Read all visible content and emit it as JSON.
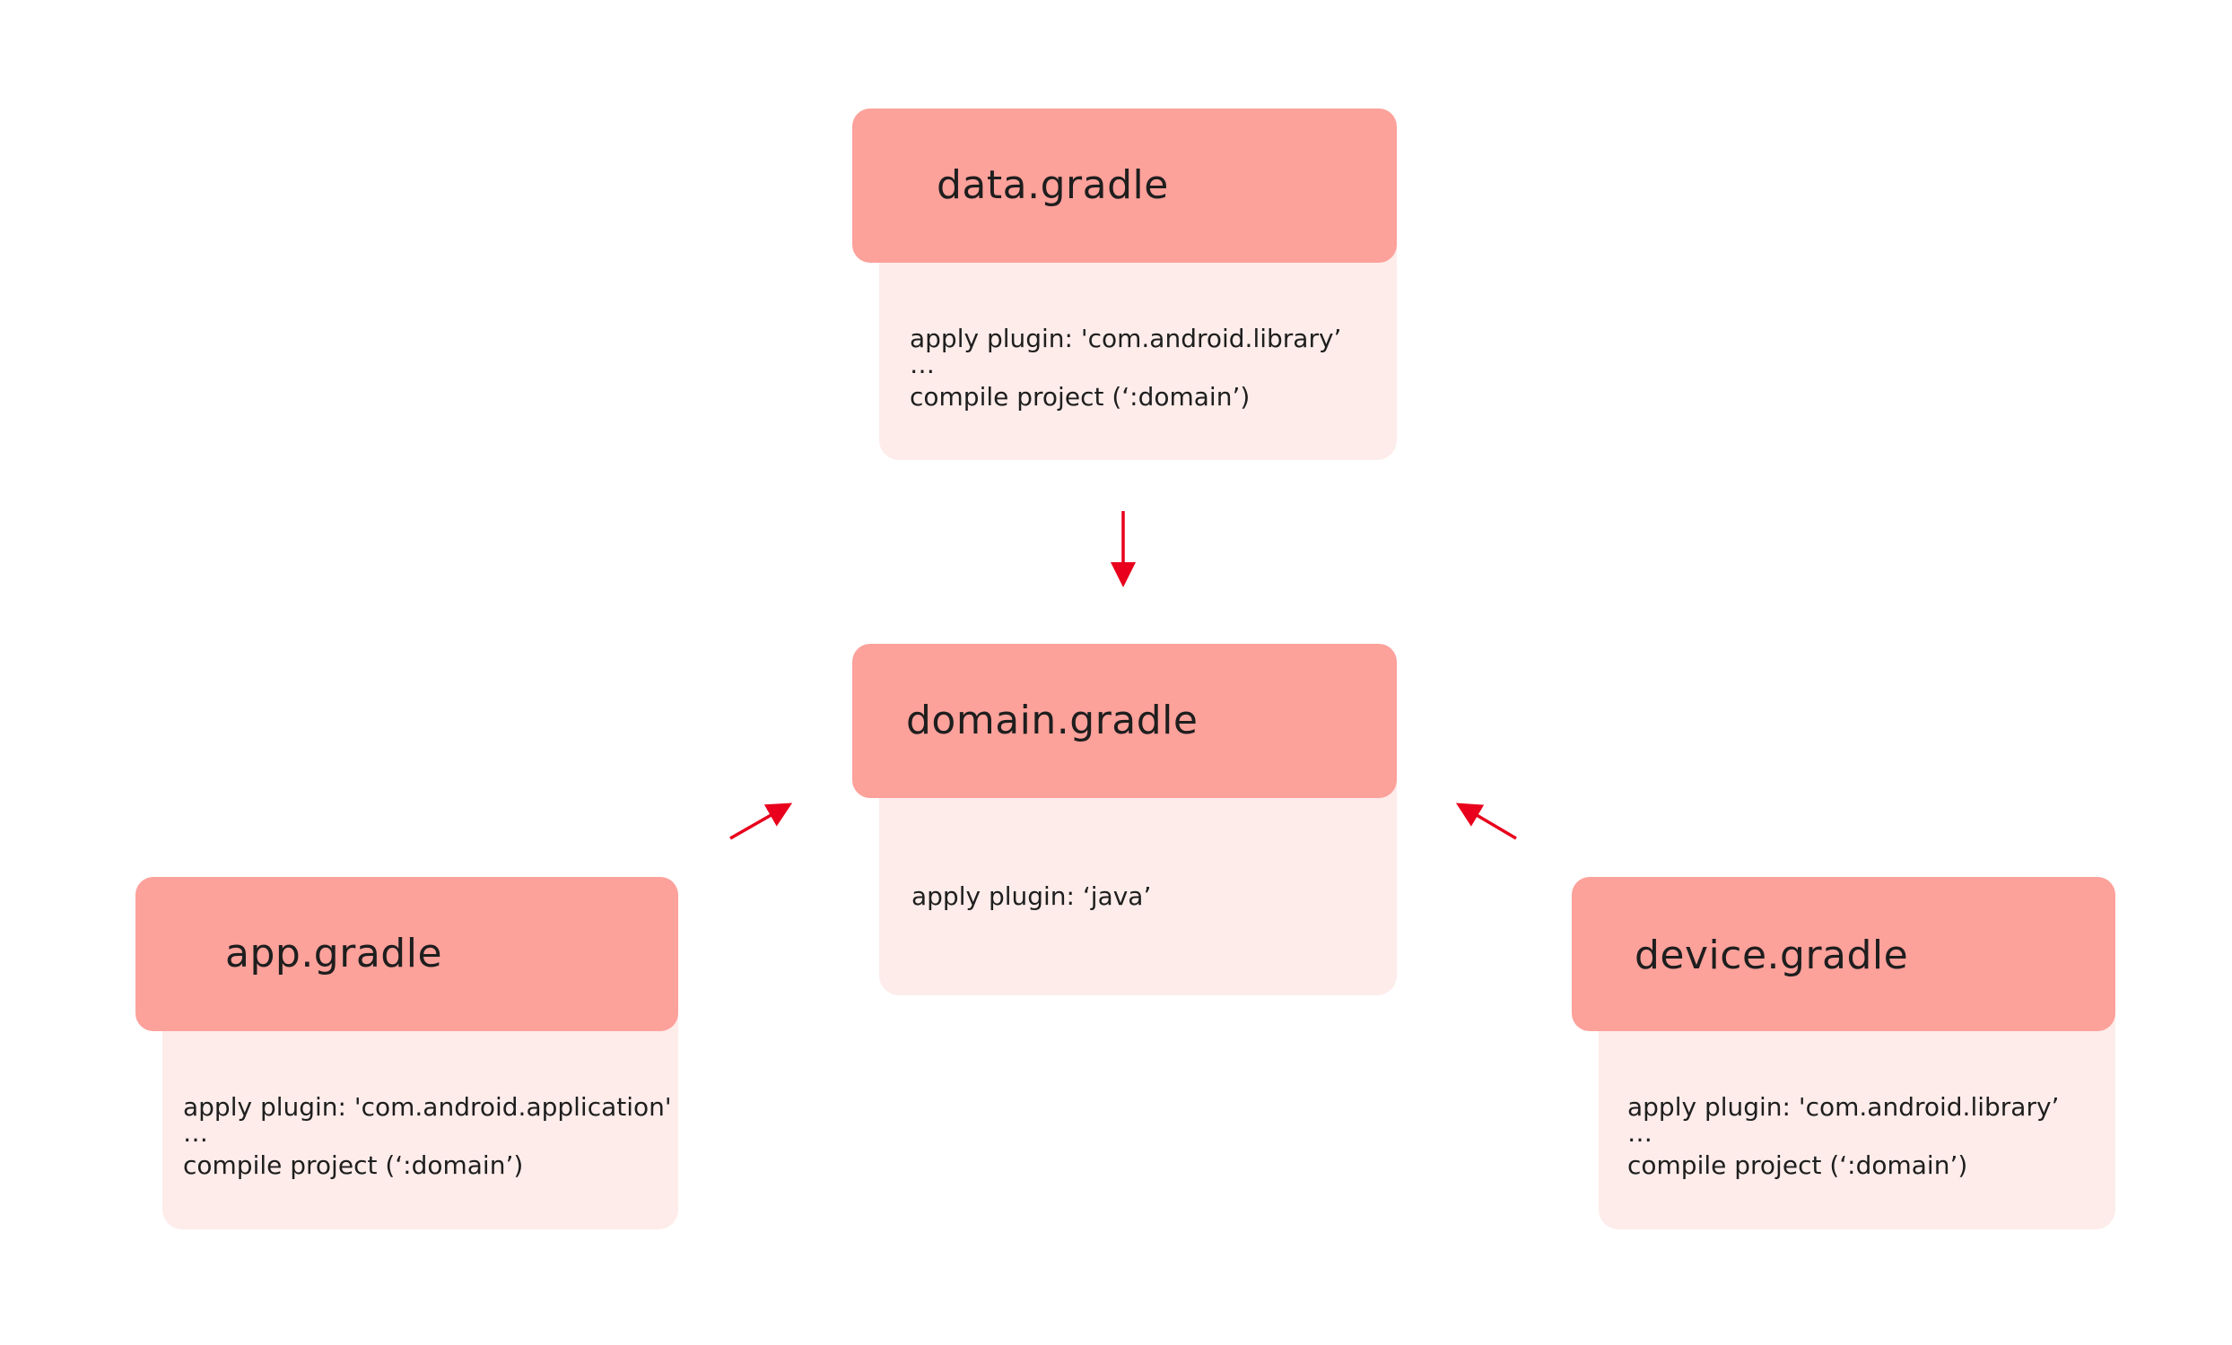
{
  "colors": {
    "header_fill": "#fda19b",
    "body_fill": "#fdecea",
    "arrow": "#e8001c",
    "text": "#1e1e1e"
  },
  "modules": {
    "data": {
      "title": "data.gradle",
      "lines": [
        "apply plugin: 'com.android.library’",
        "…",
        "compile project (‘:domain’)"
      ]
    },
    "domain": {
      "title": "domain.gradle",
      "lines": [
        "apply plugin: ‘java’"
      ]
    },
    "app": {
      "title": "app.gradle",
      "lines": [
        "apply plugin: 'com.android.application'",
        "…",
        "compile project (‘:domain’)"
      ]
    },
    "device": {
      "title": "device.gradle",
      "lines": [
        "apply plugin: 'com.android.library’",
        "…",
        "compile project (‘:domain’)"
      ]
    }
  },
  "edges": [
    {
      "from": "data",
      "to": "domain"
    },
    {
      "from": "app",
      "to": "domain"
    },
    {
      "from": "device",
      "to": "domain"
    }
  ]
}
